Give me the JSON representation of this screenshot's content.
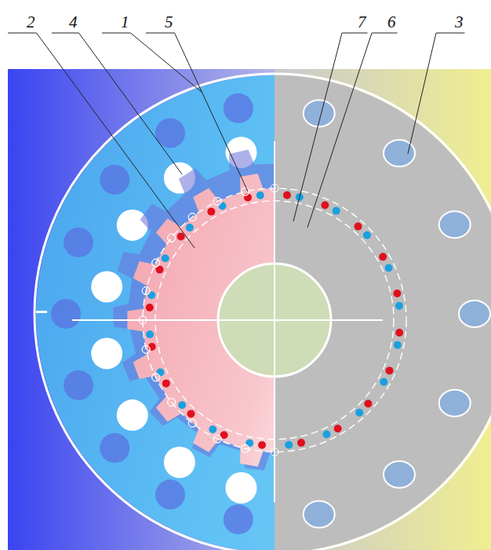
{
  "diagram": {
    "labels": [
      "2",
      "4",
      "1",
      "5",
      "7",
      "6",
      "3"
    ]
  }
}
